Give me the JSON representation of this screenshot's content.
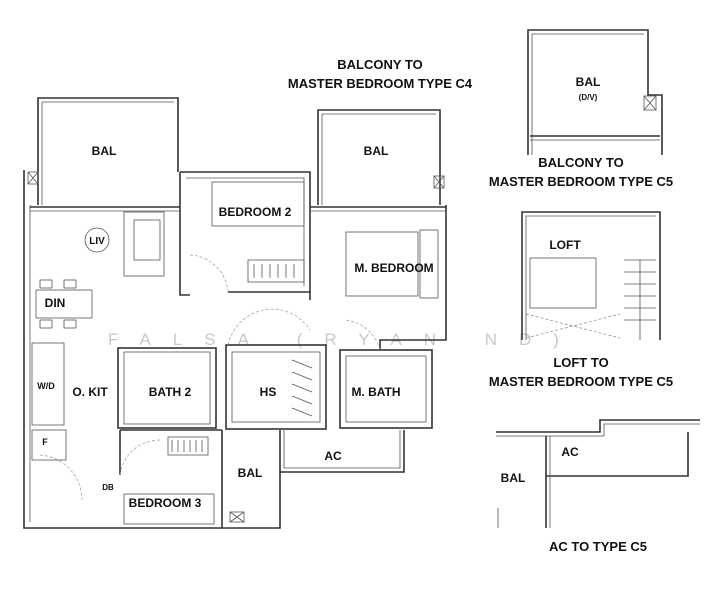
{
  "captions": {
    "c4_balcony_line1": "BALCONY TO",
    "c4_balcony_line2": "MASTER BEDROOM TYPE C4",
    "c5_balcony_line1": "BALCONY TO",
    "c5_balcony_line2": "MASTER BEDROOM TYPE C5",
    "c5_loft_line1": "LOFT TO",
    "c5_loft_line2": "MASTER BEDROOM TYPE C5",
    "c5_ac": "AC TO TYPE C5"
  },
  "rooms": {
    "bal_living": "BAL",
    "bal_master": "BAL",
    "bedroom2": "BEDROOM 2",
    "liv": "LIV",
    "master_bedroom": "M. BEDROOM",
    "din": "DIN",
    "wd": "W/D",
    "okit": "O. KIT",
    "bath2": "BATH 2",
    "hs": "HS",
    "mbath": "M. BATH",
    "fridge": "F",
    "db": "DB",
    "bedroom3": "BEDROOM 3",
    "bal_lower": "BAL",
    "ac": "AC",
    "c5_bal": "BAL",
    "c5_bal_dv": "(D/V)",
    "c5_loft": "LOFT",
    "c5_ac_bal": "BAL",
    "c5_ac": "AC"
  },
  "watermark": "FALSA (RYAN ND)"
}
